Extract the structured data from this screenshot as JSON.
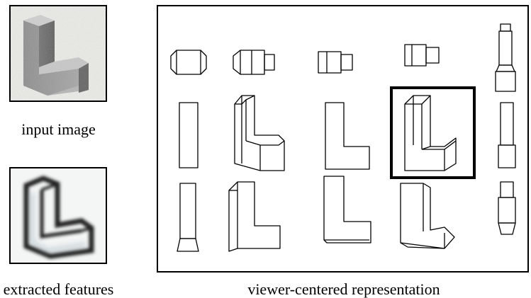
{
  "captions": {
    "input": "input image",
    "extracted": "extracted features",
    "representation": "viewer-centered representation"
  },
  "colors": {
    "frame": "#000000",
    "highlight": "#000000",
    "input_fill": "#9a9a9a",
    "feature_ink": "#1f1f1f"
  },
  "grid": {
    "rows": 3,
    "columns": 5,
    "selected_view": {
      "row": 2,
      "column": 4
    }
  }
}
